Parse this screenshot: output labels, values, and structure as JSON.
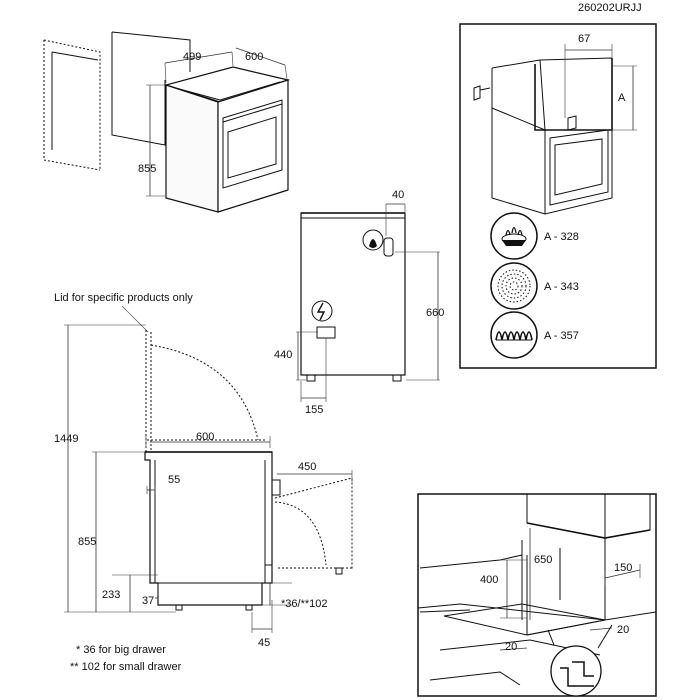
{
  "doc_code": "260202URJJ",
  "overview": {
    "d1": "499",
    "d2": "600",
    "d3": "855"
  },
  "side": {
    "d1": "40",
    "d2": "660",
    "d3": "440",
    "d4": "155"
  },
  "burner": {
    "d1": "67",
    "d2": "A",
    "items": [
      {
        "label": "A - 328",
        "icon": "gas-burner-icon"
      },
      {
        "label": "A - 343",
        "icon": "radiant-hob-icon"
      },
      {
        "label": "A - 357",
        "icon": "coil-hob-icon"
      }
    ]
  },
  "lid": {
    "caption": "Lid for specific products only",
    "d1449": "1449",
    "d600": "600",
    "d450": "450",
    "d55": "55",
    "d855": "855",
    "d233": "233",
    "d37": "37",
    "d36": "*36/**102",
    "d45": "45"
  },
  "footnotes": {
    "n1": "* 36 for big drawer",
    "n2": "** 102 for small drawer"
  },
  "install": {
    "d650": "650",
    "d400": "400",
    "d150": "150",
    "d20a": "20",
    "d20b": "20"
  }
}
